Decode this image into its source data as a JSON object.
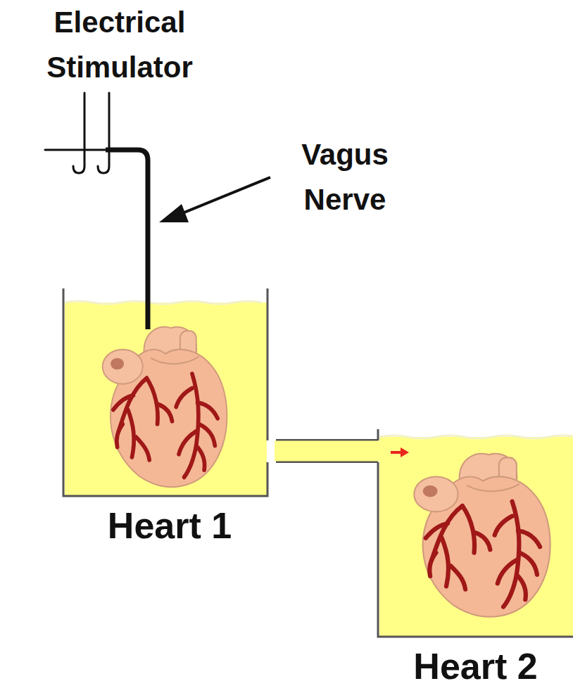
{
  "diagram": {
    "nodes": [
      {
        "text": [
          "Heart 1"
        ]
      },
      {
        "text": [
          "Heart 2"
        ]
      }
    ],
    "edges": [
      {
        "from": 0,
        "to": 1,
        "arrow": "to"
      }
    ],
    "labels": [
      "Electrical Stimulator",
      "Vagus Nerve"
    ]
  }
}
